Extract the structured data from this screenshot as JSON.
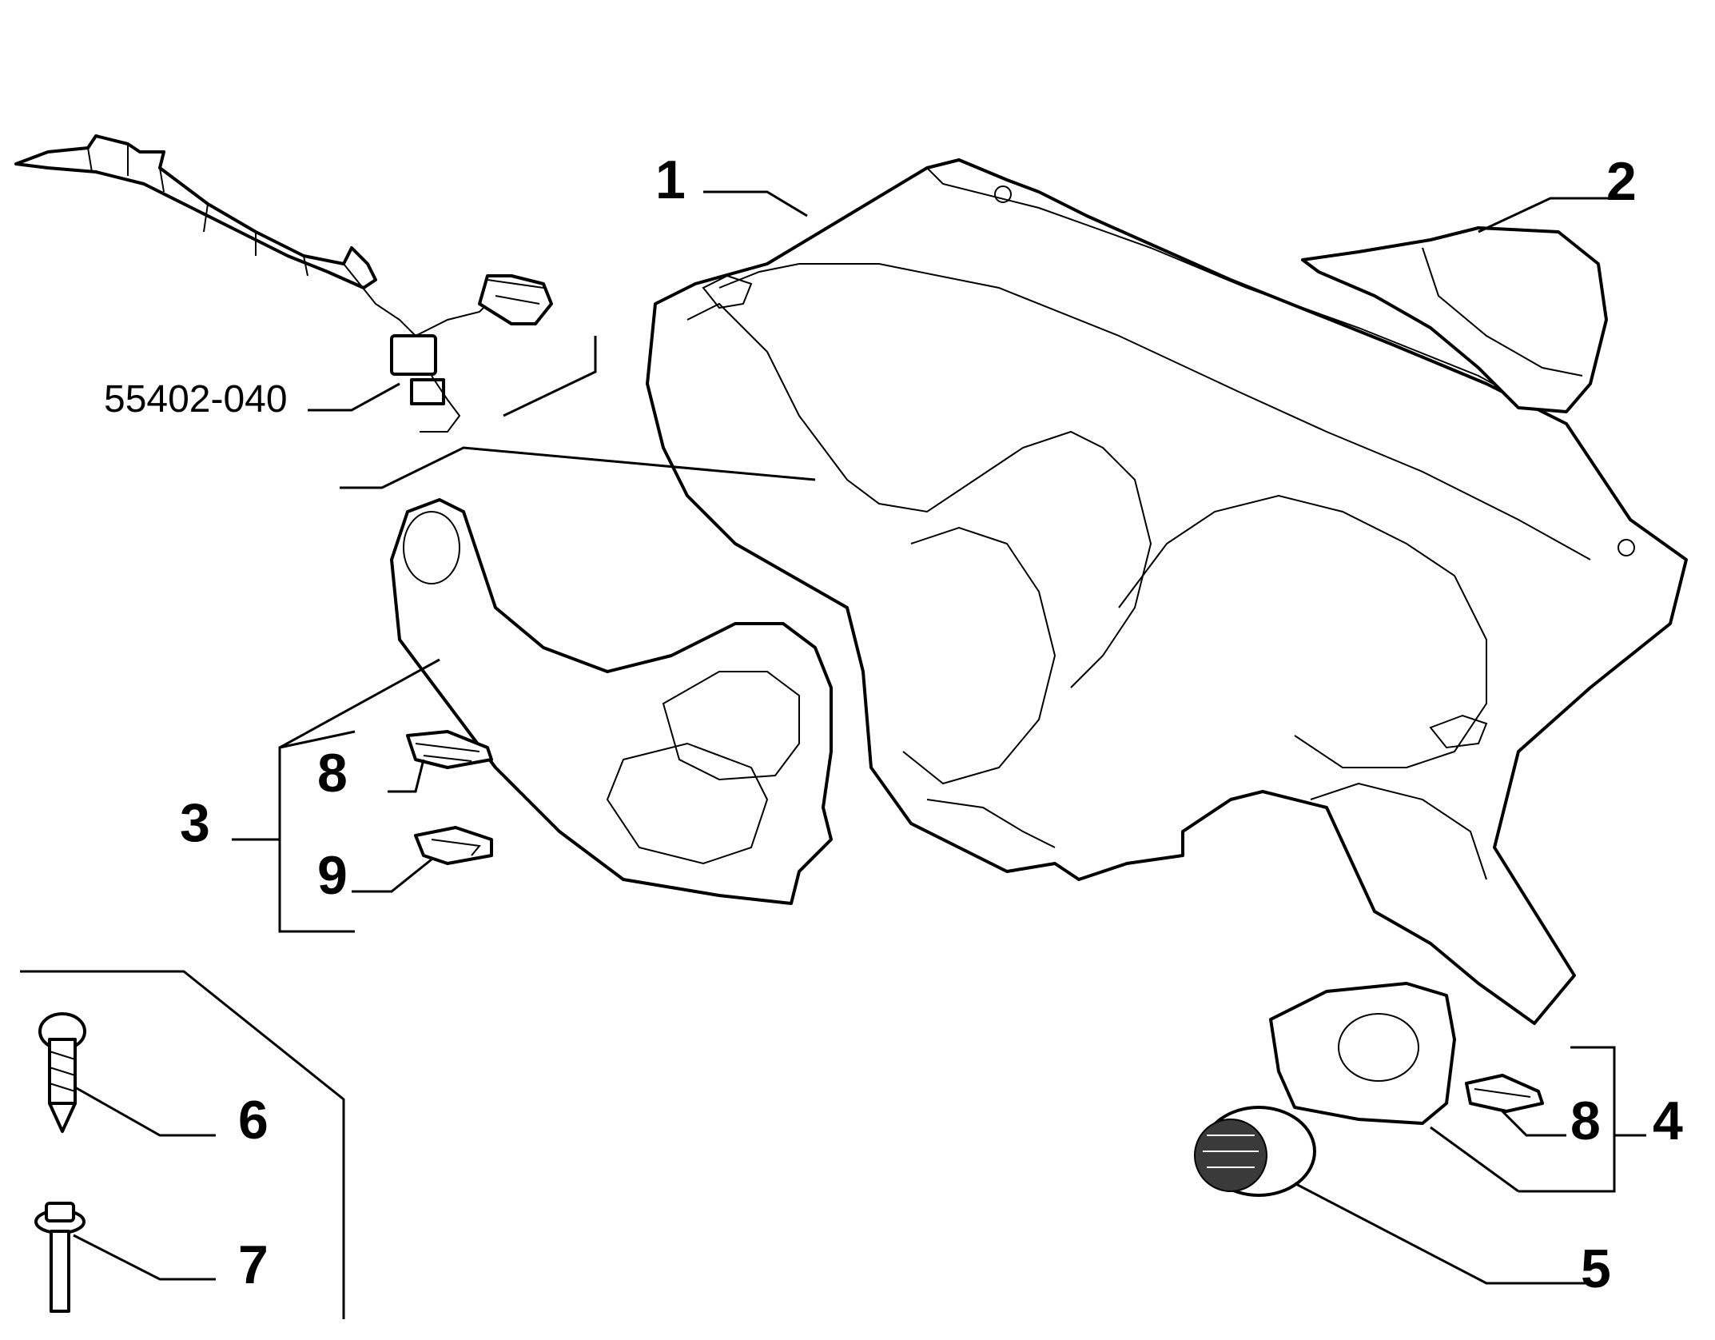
{
  "diagram": {
    "callouts": {
      "c1": "1",
      "c2": "2",
      "c3": "3",
      "c4": "4",
      "c5": "5",
      "c6": "6",
      "c7": "7",
      "c8a": "8",
      "c8b": "8",
      "c9": "9",
      "code": "55402-040"
    },
    "colors": {
      "line": "#000000",
      "background": "#ffffff"
    }
  }
}
